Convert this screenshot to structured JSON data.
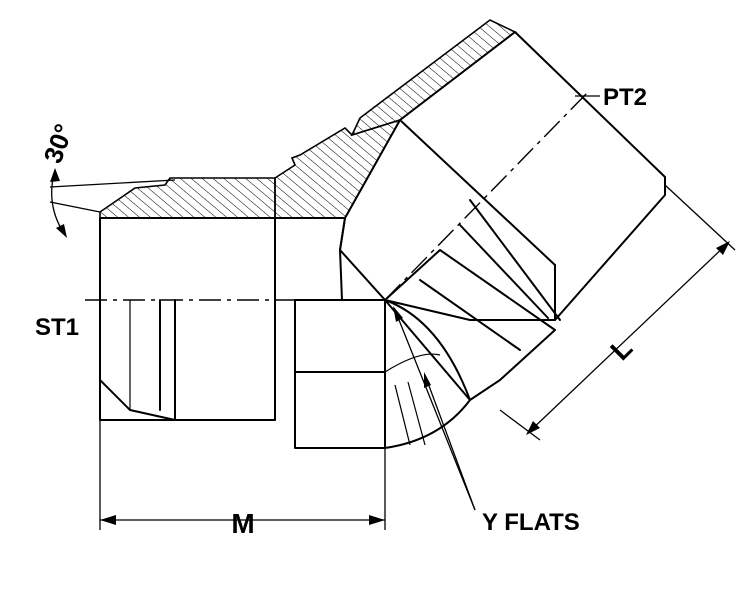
{
  "labels": {
    "angle": "30°",
    "pt2": "PT2",
    "st1": "ST1",
    "l": "L",
    "m": "M",
    "y_flats": "Y FLATS"
  },
  "colors": {
    "line": "#000000",
    "background": "#ffffff"
  }
}
